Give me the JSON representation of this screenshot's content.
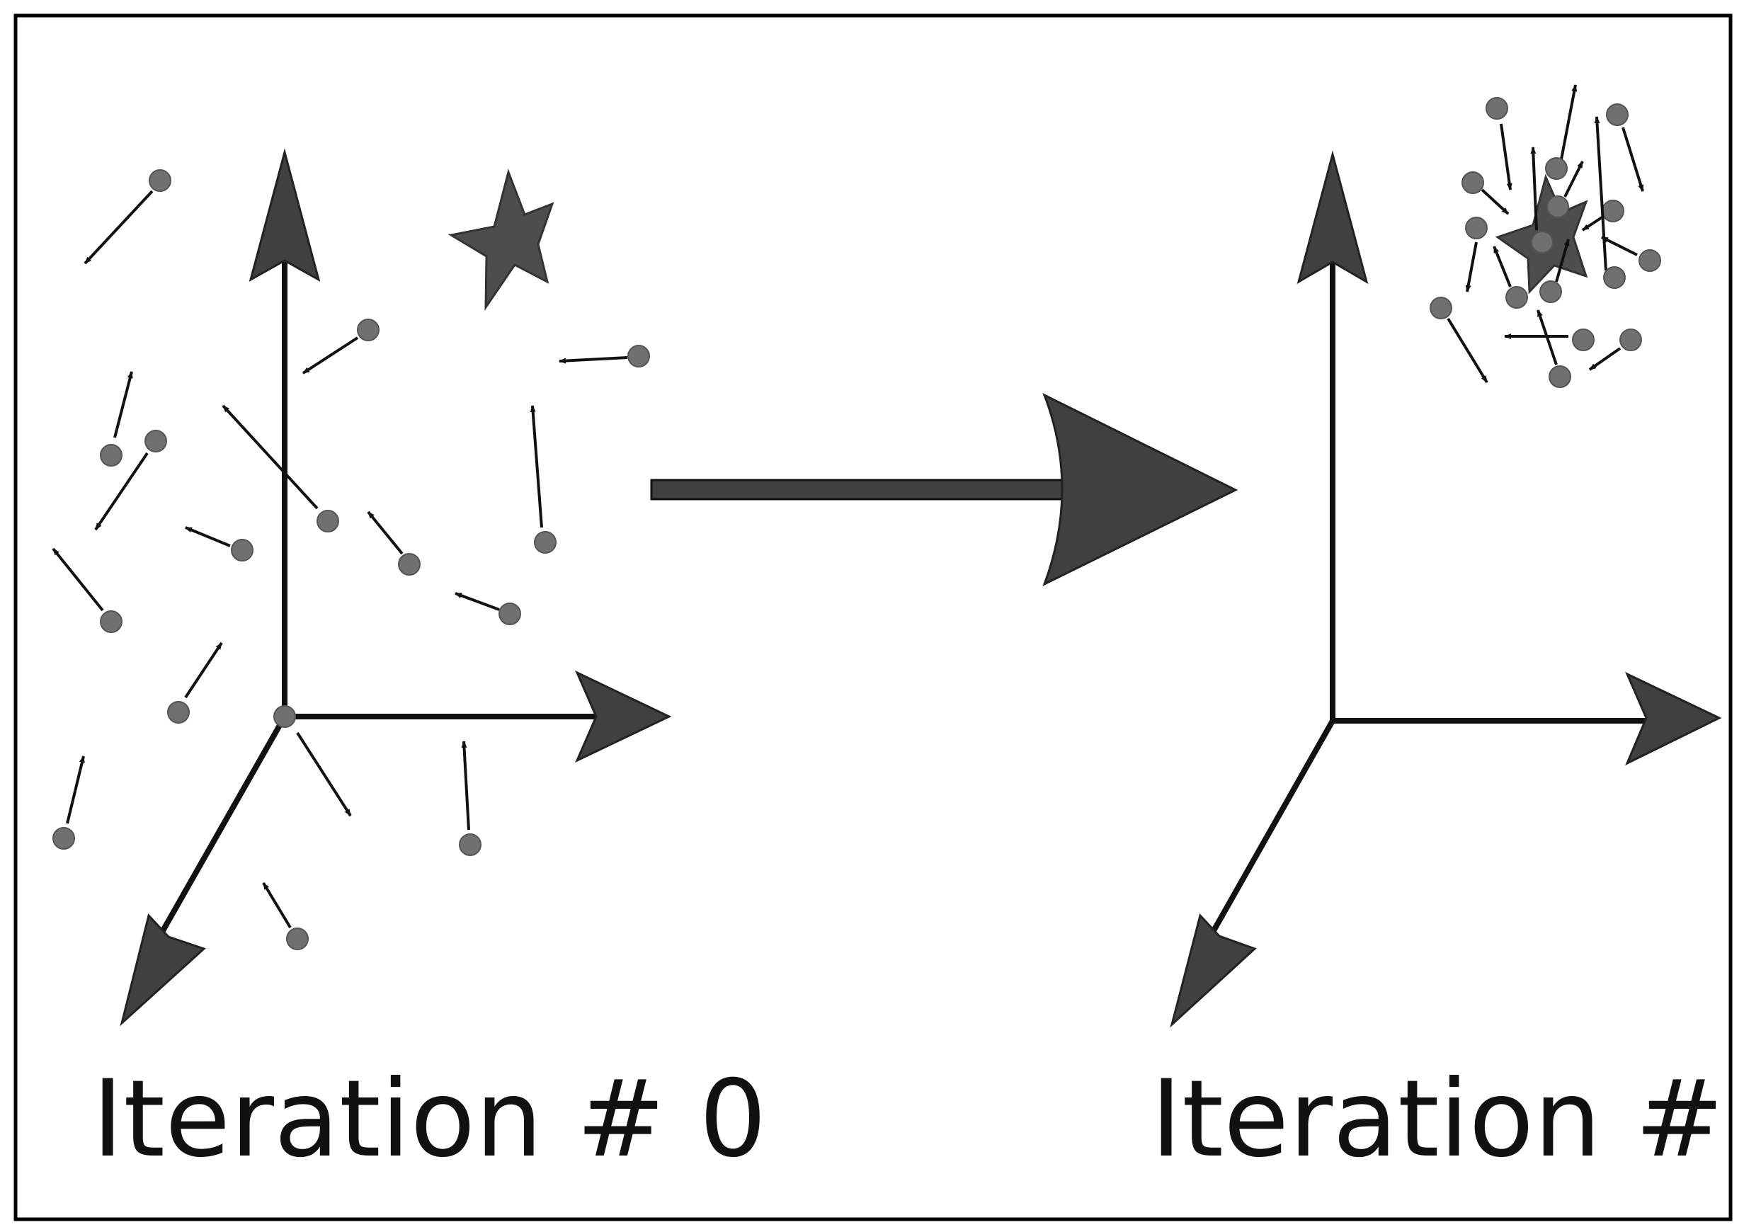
{
  "diagram": {
    "panels": [
      {
        "id": "start",
        "caption": "Iteration # 0"
      },
      {
        "id": "end",
        "caption": "Iteration # N"
      }
    ],
    "colors": {
      "frame": "#000000",
      "axis": "#111111",
      "arrowhead": "#404040",
      "particle": "#707070",
      "particle_outline": "#555555",
      "star": "#4d4d4d",
      "velocity_arrow": "#111111"
    },
    "icons": {
      "target": "star-icon",
      "particle": "circle-dot",
      "transition": "right-arrow"
    }
  }
}
